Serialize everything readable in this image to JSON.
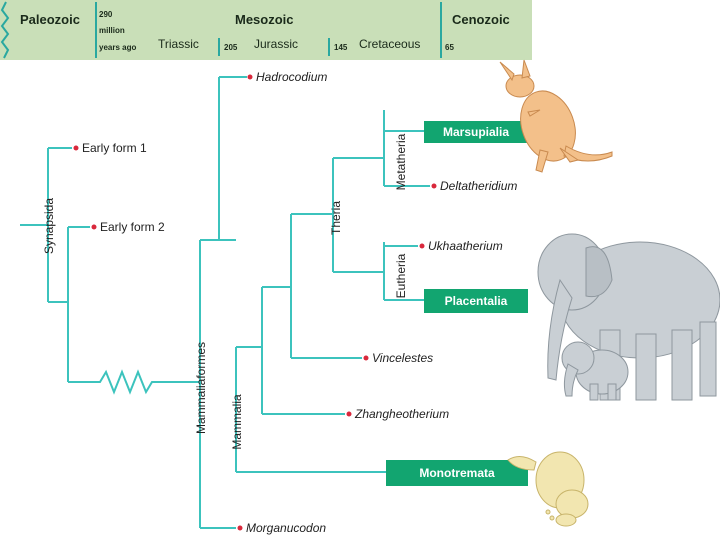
{
  "timeline": {
    "eras": [
      "Paleozoic",
      "Mesozoic",
      "Cenozoic"
    ],
    "start_label": [
      "290",
      "million",
      "years ago"
    ],
    "periods": [
      {
        "name": "Triassic",
        "start": ""
      },
      {
        "name": "Jurassic",
        "start": "205"
      },
      {
        "name": "Cretaceous",
        "start": "145"
      },
      {
        "name": "",
        "start": "65"
      }
    ]
  },
  "clades": {
    "synapsida": "Synapsida",
    "mammaliaformes": "Mammaliaformes",
    "mammalia": "Mammalia",
    "theria": "Theria",
    "metatheria": "Metatheria",
    "eutheria": "Eutheria"
  },
  "taxa": {
    "early_form_1": "Early form 1",
    "early_form_2": "Early form 2",
    "hadrocodium": "Hadrocodium",
    "deltatheridium": "Deltatheridium",
    "ukhaatherium": "Ukhaatherium",
    "vincelestes": "Vincelestes",
    "zhangheotherium": "Zhangheotherium",
    "morganucodon": "Morganucodon"
  },
  "living_groups": {
    "marsupialia": "Marsupialia",
    "placentalia": "Placentalia",
    "monotremata": "Monotremata"
  },
  "illustrations": [
    "kangaroo",
    "elephant-with-calf",
    "platypus"
  ],
  "colors": {
    "branch": "#3cc3bd",
    "box": "#12a570",
    "timeline_bg": "#c9dfb8",
    "fossil_dot": "#d9283c"
  }
}
